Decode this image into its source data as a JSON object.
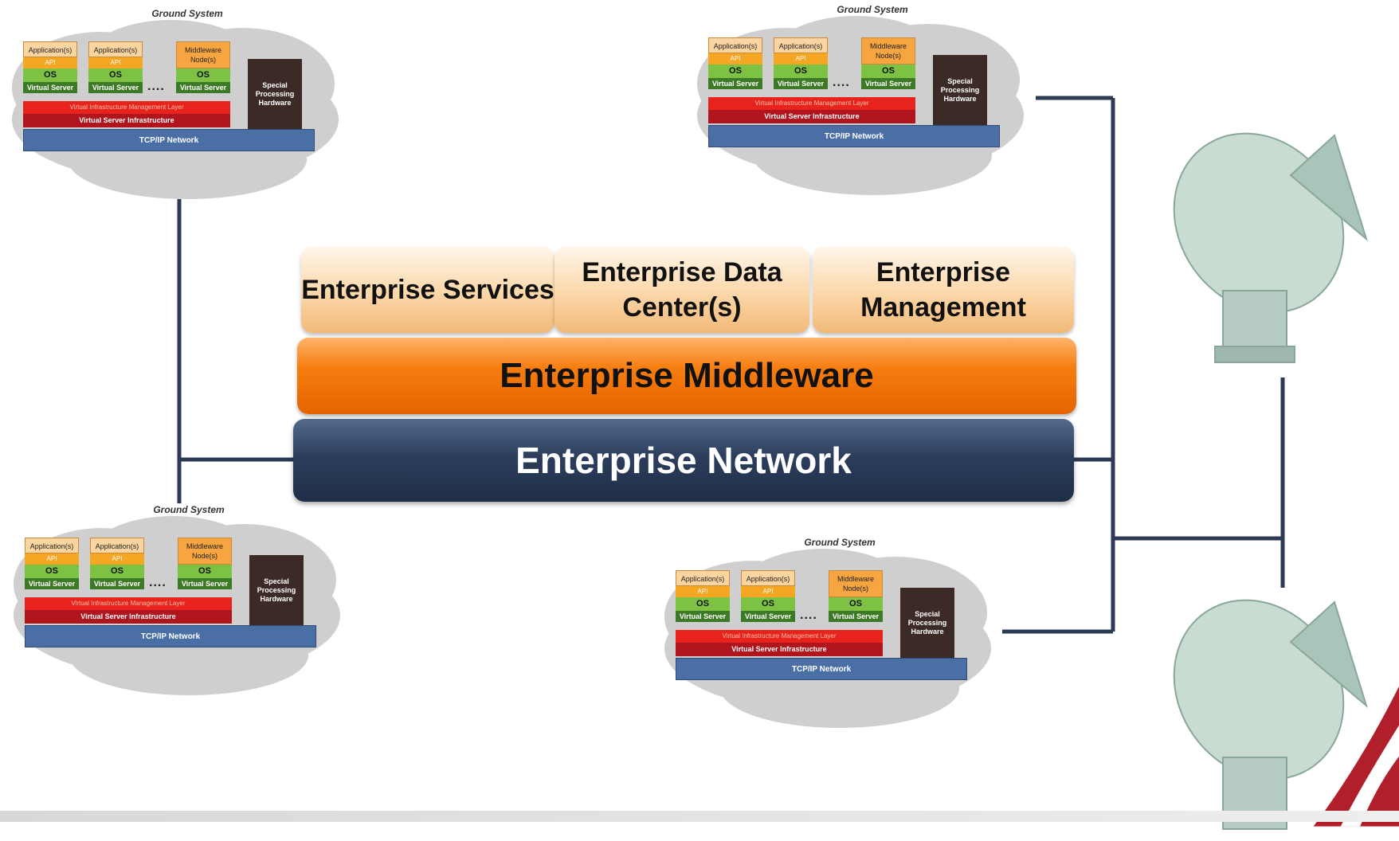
{
  "ground_system": {
    "title": "Ground System",
    "app_label": "Application(s)",
    "api_label": "API",
    "os_label": "OS",
    "vs_label": "Virtual Server",
    "middleware_node_label": "Middleware Node(s)",
    "dots": "....",
    "vim_label": "Virtual Infrastructure Management Layer",
    "vsi_label": "Virtual Server Infrastructure",
    "special_hw_label": "Special Processing Hardware",
    "tcp_label": "TCP/IP Network"
  },
  "enterprise": {
    "services": "Enterprise Services",
    "data_centers": "Enterprise Data Center(s)",
    "management": "Enterprise Management",
    "middleware": "Enterprise Middleware",
    "network": "Enterprise Network"
  },
  "colors": {
    "wire": "#2d3a55",
    "middleware": "#f57d0f",
    "network": "#24354f",
    "cloud": "#cfcfcf"
  },
  "icons": [
    "satellite-dish-icon",
    "cloud-icon"
  ]
}
